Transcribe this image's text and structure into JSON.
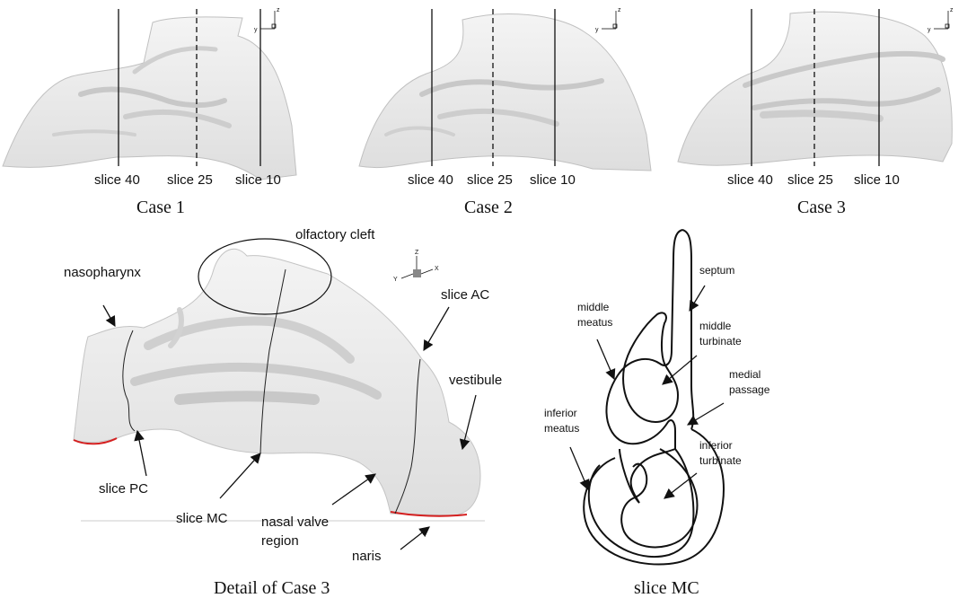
{
  "top_panels": [
    {
      "caption": "Case 1",
      "slice_labels": [
        "slice 40",
        "slice 25",
        "slice 10"
      ]
    },
    {
      "caption": "Case 2",
      "slice_labels": [
        "slice 40",
        "slice 25",
        "slice 10"
      ]
    },
    {
      "caption": "Case 3",
      "slice_labels": [
        "slice 40",
        "slice 25",
        "slice 10"
      ]
    }
  ],
  "axis_labels": {
    "z": "z",
    "y": "y",
    "x": "x",
    "Z": "Z",
    "Y": "Y",
    "X": "X"
  },
  "detail": {
    "caption": "Detail of Case 3",
    "labels": {
      "olfactory_cleft": "olfactory cleft",
      "nasopharynx": "nasopharynx",
      "slice_ac": "slice AC",
      "vestibule": "vestibule",
      "slice_pc": "slice PC",
      "slice_mc": "slice MC",
      "nasal_valve_1": "nasal valve",
      "nasal_valve_2": "region",
      "naris": "naris"
    }
  },
  "cross_section": {
    "caption": "slice MC",
    "labels": {
      "septum": "septum",
      "middle_meatus_1": "middle",
      "middle_meatus_2": "meatus",
      "middle_turbinate_1": "middle",
      "middle_turbinate_2": "turbinate",
      "medial_passage_1": "medial",
      "medial_passage_2": "passage",
      "inferior_meatus_1": "inferior",
      "inferior_meatus_2": "meatus",
      "inferior_turbinate_1": "inferior",
      "inferior_turbinate_2": "turbinate"
    }
  },
  "colors": {
    "shape_fill": "#e8e8e8",
    "shape_stroke": "#b8b8b8",
    "naris_red": "#d42020"
  }
}
